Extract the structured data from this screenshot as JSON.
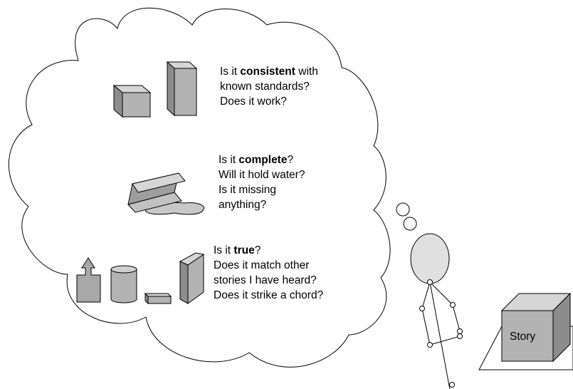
{
  "colors": {
    "cloud_fill": "#ffffff",
    "block_front": "#b3b3b3",
    "block_top": "#d6d6d6",
    "block_side": "#8c8c8c",
    "head_fill": "#e0e0e0",
    "outline": "#000000"
  },
  "questions": [
    {
      "id": "consistent",
      "lines": [
        {
          "pre": "Is it ",
          "bold": "consistent",
          "post": " with"
        },
        {
          "pre": "known standards?",
          "bold": "",
          "post": ""
        },
        {
          "pre": "Does it work?",
          "bold": "",
          "post": ""
        }
      ]
    },
    {
      "id": "complete",
      "lines": [
        {
          "pre": "Is it ",
          "bold": "complete",
          "post": "?"
        },
        {
          "pre": "Will it hold water?",
          "bold": "",
          "post": ""
        },
        {
          "pre": "Is it missing",
          "bold": "",
          "post": ""
        },
        {
          "pre": "anything?",
          "bold": "",
          "post": ""
        }
      ]
    },
    {
      "id": "true",
      "lines": [
        {
          "pre": "Is it ",
          "bold": "true",
          "post": "?"
        },
        {
          "pre": "Does it match other",
          "bold": "",
          "post": ""
        },
        {
          "pre": "stories I have heard?",
          "bold": "",
          "post": ""
        },
        {
          "pre": "Does it strike a chord?",
          "bold": "",
          "post": ""
        }
      ]
    }
  ],
  "story_box": {
    "label": "Story"
  },
  "icons": [
    "box-blocks-icon",
    "tipped-container-icon",
    "puzzle-shapes-icon",
    "stick-figure-icon"
  ]
}
